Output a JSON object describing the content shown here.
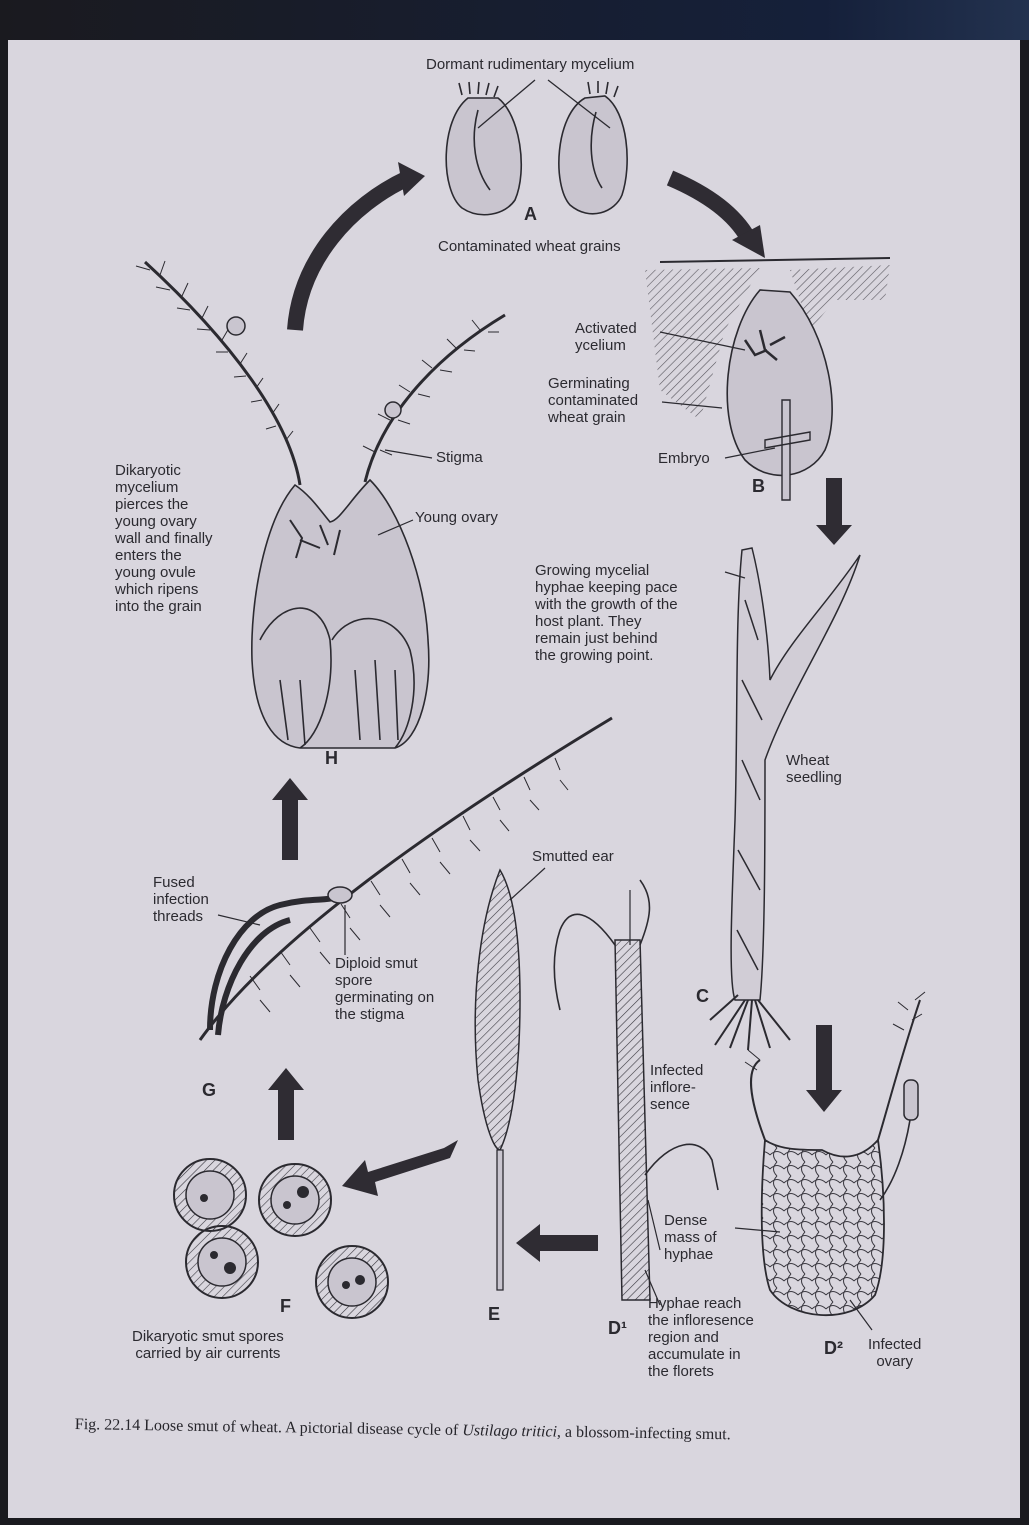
{
  "labels": {
    "dormant_mycelium": "Dormant rudimentary mycelium",
    "stage_a": "A",
    "contaminated_grains": "Contaminated wheat grains",
    "activated_mycelium": "Activated\nycelium",
    "germinating_grain": "Germinating\ncontaminated\nwheat grain",
    "embryo": "Embryo",
    "stage_b": "B",
    "growing_hyphae": "Growing mycelial\nhyphae keeping pace\nwith the growth of the\nhost plant. They\nremain just behind\nthe growing point.",
    "wheat_seedling": "Wheat\nseedling",
    "stage_c": "C",
    "stigma": "Stigma",
    "young_ovary": "Young ovary",
    "dikaryotic_mycelium": "Dikaryotic\nmycelium\npierces the\nyoung ovary\nwall and finally\nenters the\nyoung ovule\nwhich ripens\ninto the grain",
    "stage_h": "H",
    "fused_threads": "Fused\ninfection\nthreads",
    "diploid_spore": "Diploid smut\nspore\ngerminating on\nthe stigma",
    "stage_g": "G",
    "smutted_ear": "Smutted ear",
    "infected_inflorescence": "Infected\ninflore-\nsence",
    "dense_mass": "Dense\nmass of\nhyphae",
    "hyphae_reach": "Hyphae reach\nthe infloresence\nregion and\naccumulate in\nthe florets",
    "stage_d1": "D¹",
    "stage_d2": "D²",
    "infected_ovary": "Infected\novary",
    "stage_e": "E",
    "stage_f": "F",
    "dikaryotic_spores": "Dikaryotic smut spores\ncarried by air currents"
  },
  "caption": {
    "prefix": "Fig. 22.14 Loose smut of wheat. A pictorial disease cycle of ",
    "species": "Ustilago tritici",
    "suffix": ", a blossom-infecting smut."
  },
  "colors": {
    "ink": "#2b2a30",
    "paper": "#d9d6de",
    "arrow": "#2f2c33"
  }
}
